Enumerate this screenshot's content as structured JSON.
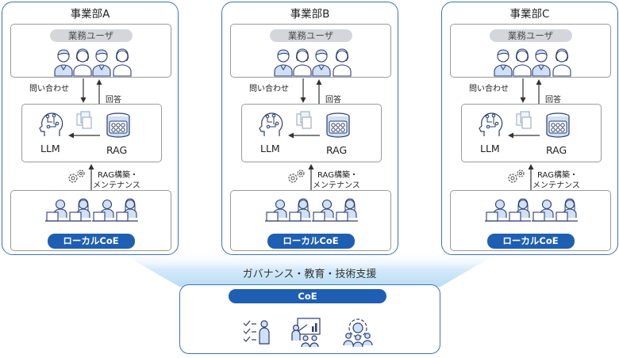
{
  "divisions": [
    {
      "title": "事業部A",
      "users_label": "業務ユーザ",
      "query_label": "問い合わせ",
      "answer_label": "回答",
      "llm_label": "LLM",
      "rag_label": "RAG",
      "maint_line1": "RAG構築・",
      "maint_line2": "メンテナンス",
      "local_label": "ローカルCoE"
    },
    {
      "title": "事業部B",
      "users_label": "業務ユーザ",
      "query_label": "問い合わせ",
      "answer_label": "回答",
      "llm_label": "LLM",
      "rag_label": "RAG",
      "maint_line1": "RAG構築・",
      "maint_line2": "メンテナンス",
      "local_label": "ローカルCoE"
    },
    {
      "title": "事業部C",
      "users_label": "業務ユーザ",
      "query_label": "問い合わせ",
      "answer_label": "回答",
      "llm_label": "LLM",
      "rag_label": "RAG",
      "maint_line1": "RAG構築・",
      "maint_line2": "メンテナンス",
      "local_label": "ローカルCoE"
    }
  ],
  "support_label": "ガバナンス・教育・技術支援",
  "coe": {
    "label": "CoE"
  },
  "icons": {
    "user": "business-user-icon",
    "llm": "ai-brain-icon",
    "docs": "documents-icon",
    "rag": "database-icon",
    "gears": "gears-icon",
    "engineer": "engineer-at-laptop-icon",
    "governance": "checklist-person-icon",
    "education": "presentation-icon",
    "support": "tech-support-icon"
  },
  "colors": {
    "frame": "#3a72b8",
    "ribbon": "#1e5fb3",
    "icon_fill": "#cfe0f7",
    "glow": "#b9dcf5"
  }
}
